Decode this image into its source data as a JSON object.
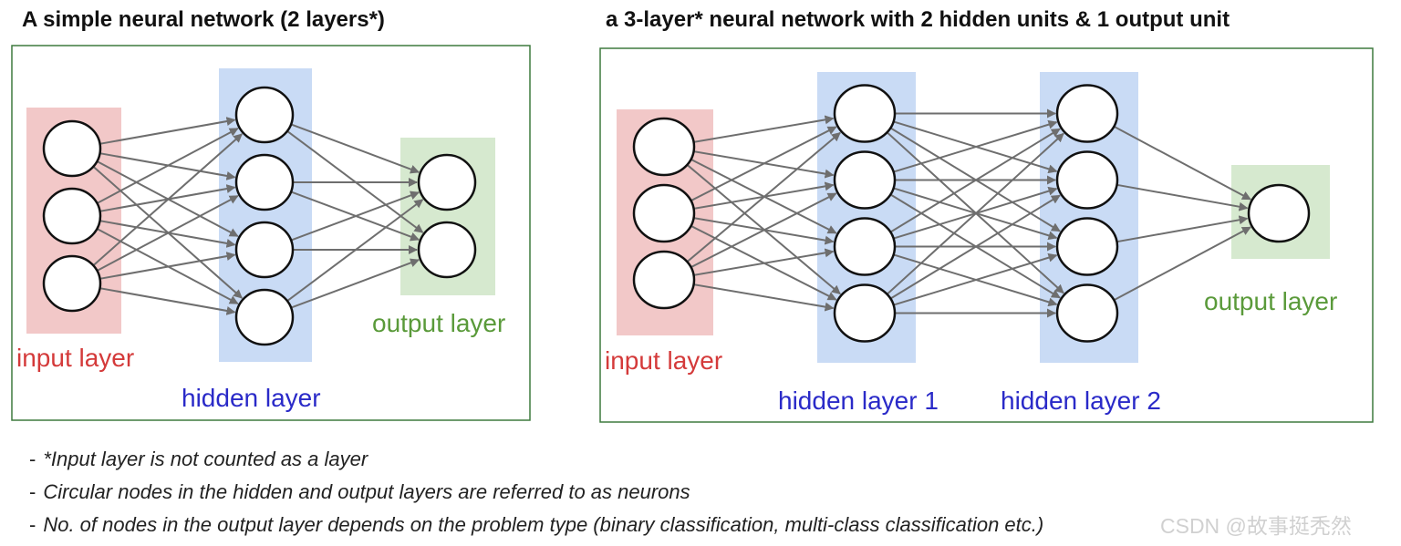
{
  "left_panel": {
    "title": "A simple neural network (2 layers*)",
    "labels": {
      "input": "input layer",
      "hidden": "hidden layer",
      "output": "output layer"
    },
    "layers": [
      3,
      4,
      2
    ]
  },
  "right_panel": {
    "title": "a 3-layer* neural network with 2 hidden units & 1 output unit",
    "labels": {
      "input": "input layer",
      "hidden1": "hidden layer 1",
      "hidden2": "hidden layer 2",
      "output": "output layer"
    },
    "layers": [
      3,
      4,
      4,
      1
    ]
  },
  "notes": [
    "*Input layer is not counted as a layer",
    "Circular nodes in the hidden and output layers are referred to as neurons",
    "No. of nodes in the output layer depends on the problem type (binary classification, multi-class classification etc.)"
  ],
  "watermark": "CSDN @故事挺秃然",
  "colors": {
    "input_band": "#f2c8c8",
    "hidden_band": "#c9dbf5",
    "output_band": "#d6e9cf",
    "input_text": "#d43a3a",
    "hidden_text": "#2a2ac8",
    "output_text": "#5a9a3a",
    "frame": "#3e7a3e",
    "edge": "#6e6e6e"
  }
}
